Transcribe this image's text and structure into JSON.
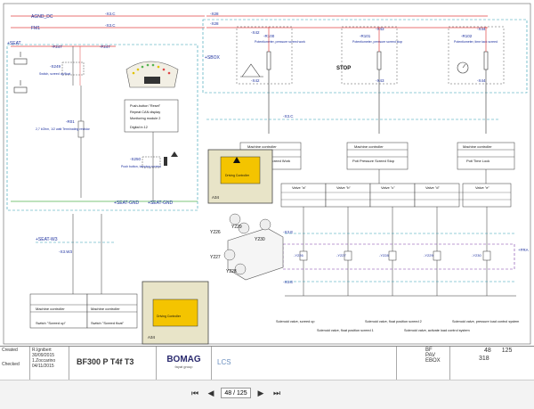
{
  "doc": {
    "model": "BF300 P T4f T3",
    "brand": "BOMAG",
    "brand_sub": "fayat group",
    "section": "LCS",
    "page_field_value": "48",
    "total_value": "125",
    "sheet_no": "318",
    "code_bf": "BF",
    "code_pav": "PAV",
    "code_ebox": "EBOX"
  },
  "titleblock": {
    "created_label": "Created",
    "created_name": "R.Ignibert",
    "created_date": "30/09/2015",
    "checked_label": "Checked",
    "checked_name": "1.Zoccarino",
    "checked_date": "04/11/2015"
  },
  "viewer": {
    "page_value": "48 / 125",
    "total_label": "/ 125"
  },
  "labels": {
    "agnd_dc": "AGND_DC",
    "fm1": "FM1",
    "x3c_top": "-X3.C",
    "x28": "-X28",
    "seat": "+SEAT",
    "f247a": "-F247",
    "f247b": "-F247",
    "sbox": "+SBOX",
    "r100": "-R100",
    "r100_desc": "Potentiometer, pressure screed work",
    "r101": "-R101",
    "r101_desc": "Potentiometer, pressure screed stop",
    "r102": "-R102",
    "r102_desc": "Potentiometer, time tack screed",
    "x42": "-X42",
    "x43": "-X43",
    "x44": "-X44",
    "stop": "STOP",
    "s249": "-S249",
    "s249_desc": "Switch, screed up/float",
    "r01": "-R01",
    "r01_desc": "2,7 kOhm, 1/2 watt Terminating resistor",
    "display1": "Push-button \"Reset\"",
    "display2": "Repeat CAN display",
    "display3": "Monitoring module 2",
    "display4": "Digital in 12",
    "s250": "-S250",
    "s250_desc": "Push button, tamping screed",
    "seat_gnd": "+SEAT-GND",
    "x3c_mid": "-X3.C",
    "x3e_mid": "-X3.E",
    "x3e_low": "-X3.E",
    "mc_label": "Machine controller",
    "mc1_desc": "Poti Pressure Screed Work",
    "mc2_desc": "Poti Pressure Screed Stop",
    "mc3_desc": "Poti Time Lock",
    "valve_a": "Valve \"a\"",
    "valve_b": "Valve \"b\"",
    "valve_c": "Valve \"c\"",
    "valve_d": "Valve \"d\"",
    "valve_e": "Valve \"e\"",
    "a34": "A34",
    "driving_controller": "Driving Controller",
    "y226": "-Y226",
    "y227": "-Y227",
    "y228": "-Y228",
    "y229": "-Y229",
    "y230": "-Y230",
    "fra": "+FRA",
    "seat_w3": "+SEAT-W3",
    "x3w3": "-X3.W3",
    "switch_up": "Switch \"Screed up\"",
    "switch_float": "Switch \"Screed float\"",
    "sol1": "Solenoid valve, screed up",
    "sol2": "Solenoid valve, float position screed 1",
    "sol3": "Solenoid valve, float position screed 2",
    "sol4": "Solenoid valve, activate load control system",
    "sol5": "Solenoid valve, pressure load control system",
    "iso_y226": "Y226",
    "iso_y227": "Y227",
    "iso_y228": "Y228",
    "iso_y229": "Y229",
    "iso_y230": "Y230"
  }
}
